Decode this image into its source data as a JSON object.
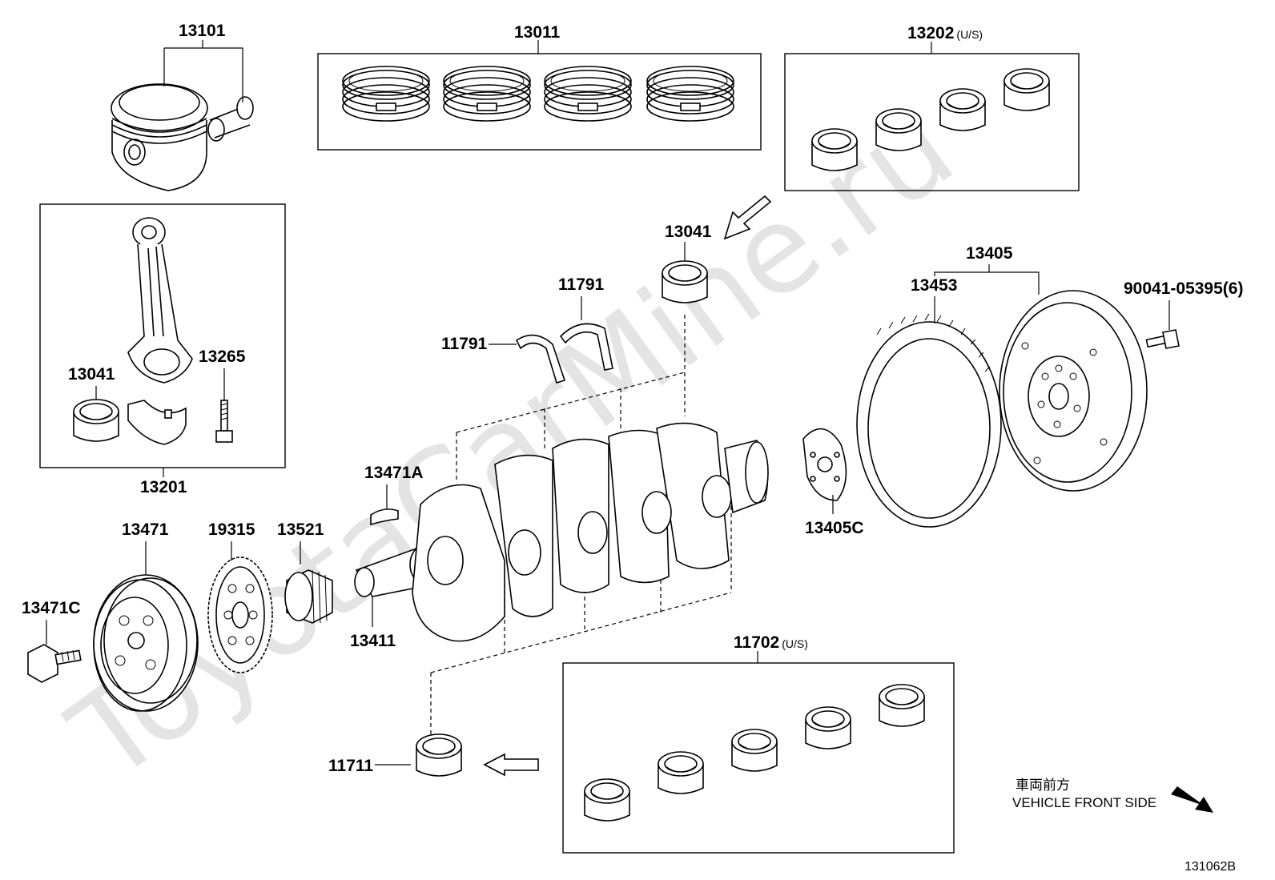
{
  "watermark": "ToyotaCarMine.ru",
  "figure_code": "131062B",
  "direction": {
    "japanese": "車両前方",
    "english": "VEHICLE FRONT SIDE"
  },
  "parts": {
    "p13101": "13101",
    "p13011": "13011",
    "p13202": "13202",
    "p13202_suffix": "(U/S)",
    "p13041_top": "13041",
    "p13041_rod": "13041",
    "p13265": "13265",
    "p13201": "13201",
    "p11791_a": "11791",
    "p11791_b": "11791",
    "p13405": "13405",
    "p13453": "13453",
    "p90041": "90041-05395(6)",
    "p13471A": "13471A",
    "p13405C": "13405C",
    "p13471": "13471",
    "p19315": "19315",
    "p13521": "13521",
    "p13471C": "13471C",
    "p13411": "13411",
    "p11702": "11702",
    "p11702_suffix": "(U/S)",
    "p11711": "11711"
  }
}
